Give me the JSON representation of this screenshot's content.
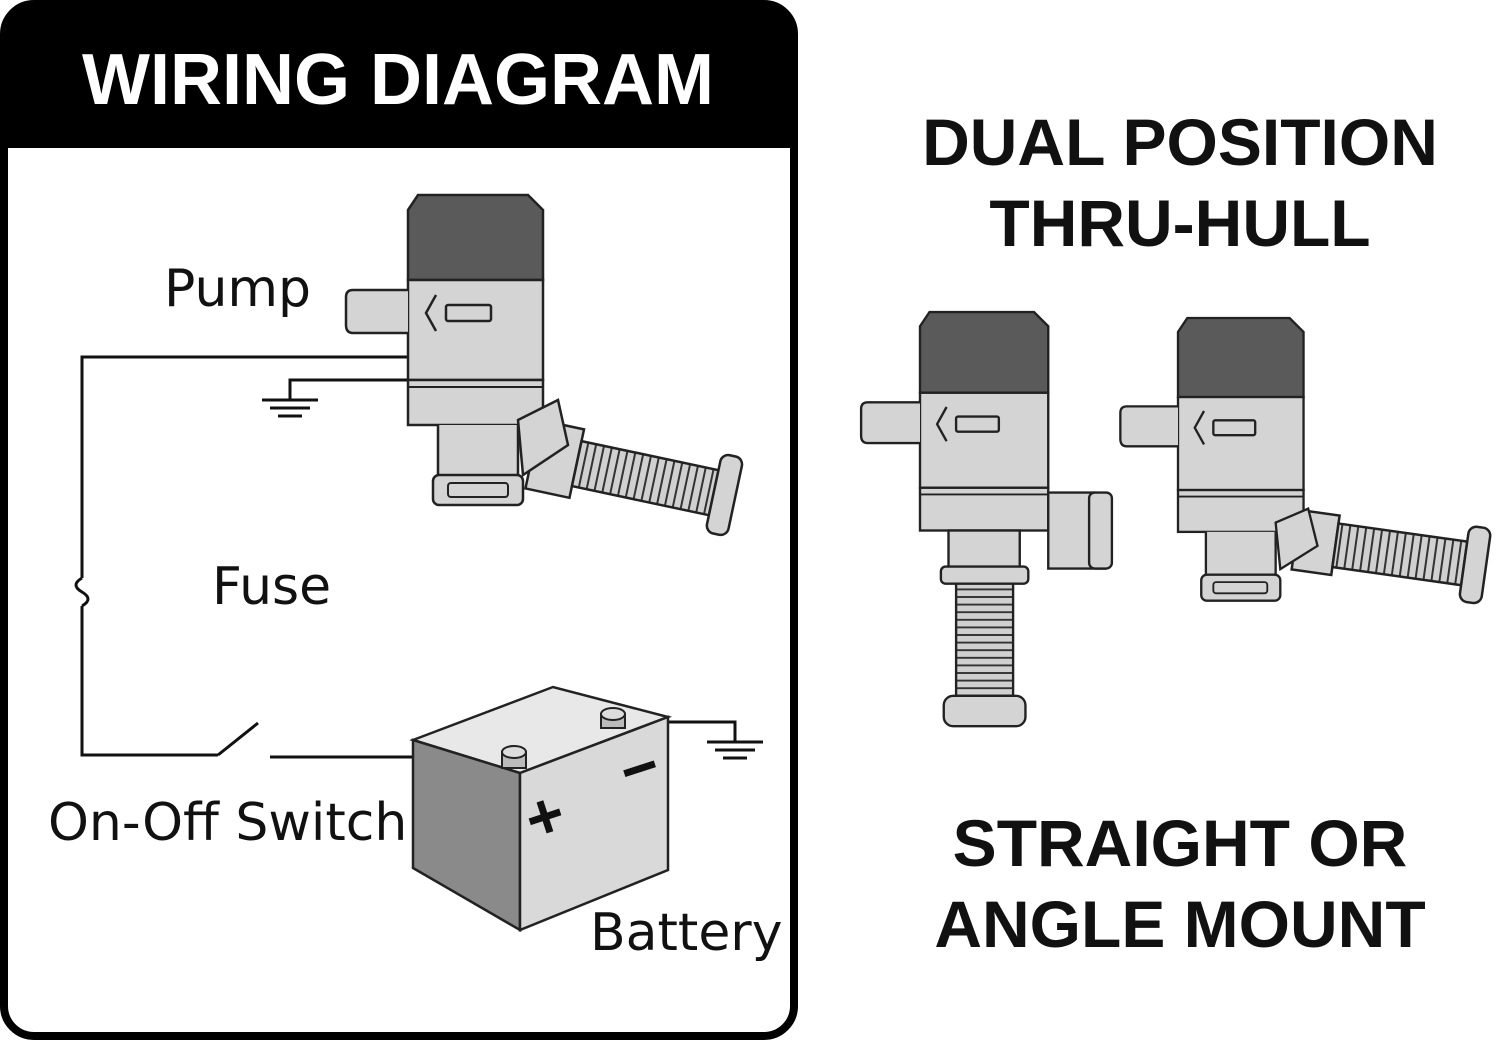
{
  "panel": {
    "title": "WIRING DIAGRAM",
    "labels": {
      "pump": "Pump",
      "fuse": "Fuse",
      "switch": "On-Off Switch",
      "battery": "Battery"
    },
    "battery_terminals": {
      "positive": "+",
      "negative": "−"
    }
  },
  "feature_top": {
    "line1": "DUAL POSITION",
    "line2": "THRU-HULL"
  },
  "feature_bottom": {
    "line1": "STRAIGHT OR",
    "line2": "ANGLE MOUNT"
  },
  "colors": {
    "header_bg": "#000000",
    "pump_cap": "#5a5a5a",
    "pump_body": "#d4d4d4",
    "battery_front": "#d9d9d9",
    "battery_side": "#8a8a8a",
    "battery_top": "#e8e8e8"
  }
}
